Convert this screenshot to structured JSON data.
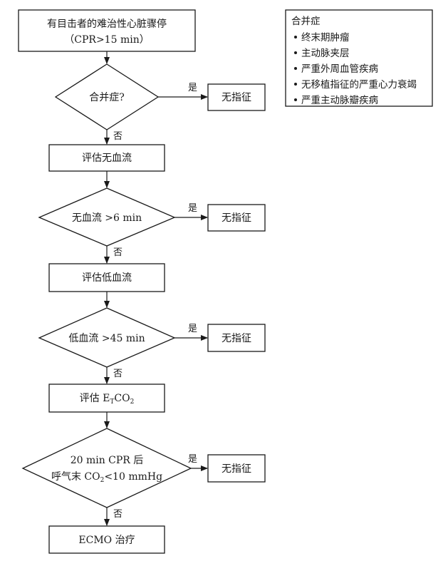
{
  "nodes": {
    "start": {
      "line1": "有目击者的难治性心脏骤停",
      "line2": "（CPR>15 min）"
    },
    "d1": {
      "label": "合并症?"
    },
    "p1": {
      "label": "评估无血流"
    },
    "d2": {
      "label": "无血流 >6 min"
    },
    "p2": {
      "label": "评估低血流"
    },
    "d3": {
      "label": "低血流 >45 min"
    },
    "p3": {
      "prefix": "评估 ",
      "e": "E",
      "t": "T",
      "co": "CO",
      "two": "2"
    },
    "d4": {
      "line1": "20 min CPR 后",
      "line2a": "呼气末 CO",
      "line2sub": "2",
      "line2b": "<10 mmHg"
    },
    "end": {
      "label": "ECMO 治疗"
    }
  },
  "outcomes": {
    "o1": "无指征",
    "o2": "无指征",
    "o3": "无指征",
    "o4": "无指征"
  },
  "edge_labels": {
    "yes": "是",
    "no": "否"
  },
  "legend": {
    "title": "合并症",
    "items": [
      "终末期肿瘤",
      "主动脉夹层",
      "严重外周血管疾病",
      "无移植指征的严重心力衰竭",
      "严重主动脉瓣疾病"
    ]
  }
}
